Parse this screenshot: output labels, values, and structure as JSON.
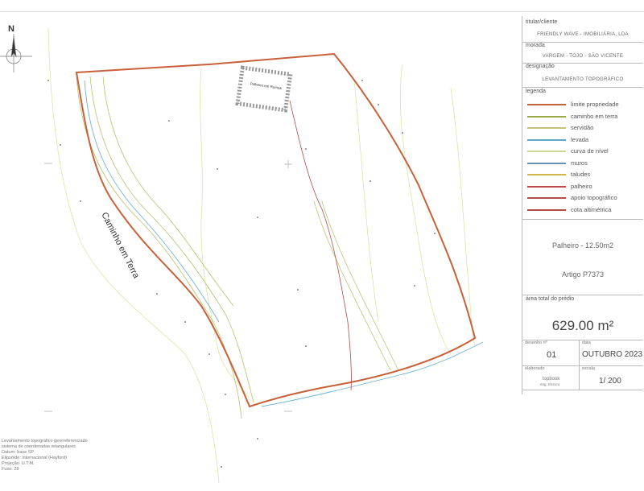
{
  "compass_label": "N",
  "map": {
    "road_label": "Caminho em Terra",
    "shed_label": "Palheiro em Ruínas",
    "shed_sub_label": "Ruínas"
  },
  "panel": {
    "titular_label": "titular/cliente",
    "titular_value": "FRIENDLY WAVE - IMOBILIÁRIA, LDA",
    "morada_label": "morada",
    "morada_value": "VARGEM - TOJO - SÃO VICENTE",
    "designacao_label": "designação",
    "designacao_value": "LEVANTAMENTO TOPOGRÁFICO",
    "legenda_label": "legenda",
    "legend": [
      {
        "label": "limite propriedade",
        "color": "#c8613a"
      },
      {
        "label": "caminho em terra",
        "color": "#9aa84a"
      },
      {
        "label": "servidão",
        "color": "#c7c27a"
      },
      {
        "label": "levada",
        "color": "#5fa7c9"
      },
      {
        "label": "curva de nível",
        "color": "#cfd79a"
      },
      {
        "label": "muros",
        "color": "#6c8fb8"
      },
      {
        "label": "taludes",
        "color": "#d2b54a"
      },
      {
        "label": "palheiro",
        "color": "#b84a4a"
      },
      {
        "label": "apoio topográfico",
        "color": "#b84a4a"
      },
      {
        "label": "cota altimétrica",
        "color": "#b84a4a"
      }
    ],
    "palheiro_text": "Palheiro - 12.50m2",
    "artigo_text": "Artigo P7373",
    "area_label": "área total do prédio",
    "area_value": "629.00 m²",
    "desenho_label": "desenho nº",
    "desenho_value": "01",
    "data_label": "data",
    "data_value": "OUTUBRO 2023",
    "elaborado_label": "elaborado",
    "elaborado_value": "topbook",
    "elaborado_sub": "eng. técnico",
    "escala_label": "escala",
    "escala_value": "1/ 200"
  },
  "notes": [
    "Levantamento topográfico georreferenciado",
    "sistema de coordenadas retangulares",
    "Datum: base SP",
    "Elipsóide: internacional (Hayford)",
    "Projeção: U.T.M.",
    "Fuso: 28"
  ]
}
